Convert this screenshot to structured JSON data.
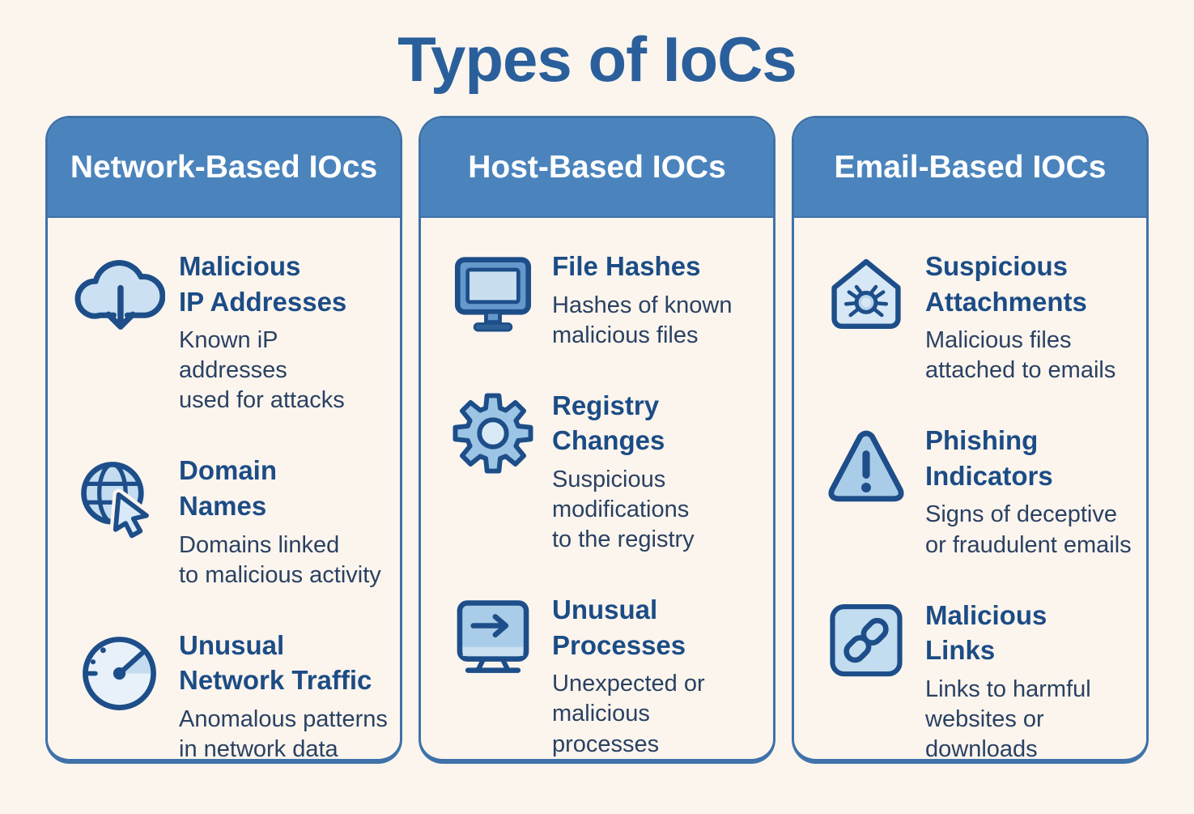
{
  "title": "Types of IoCs",
  "colors": {
    "background": "#FBF5EE",
    "header_blue": "#4B84BD",
    "card_border": "#3F72A9",
    "title_blue": "#2A5F9B",
    "item_heading_navy": "#1C4C85",
    "item_body_navy": "#2A4162",
    "icon_stroke_dark": "#1D4E89",
    "icon_fill_light": "#CBE0F2"
  },
  "columns": [
    {
      "header": "Network-Based IOcs",
      "items": [
        {
          "icon": "cloud-download-icon",
          "title": "Malicious\nIP Addresses",
          "description": "Known iP addresses\nused for attacks"
        },
        {
          "icon": "globe-cursor-icon",
          "title": "Domain\nNames",
          "description": "Domains linked\nto malicious activity"
        },
        {
          "icon": "speedometer-icon",
          "title": "Unusual\nNetwork Traffic",
          "description": "Anomalous patterns\nin network data"
        }
      ]
    },
    {
      "header": "Host-Based IOCs",
      "items": [
        {
          "icon": "monitor-icon",
          "title": "File Hashes",
          "description": "Hashes of known\nmalicious files"
        },
        {
          "icon": "gear-icon",
          "title": "Registry\nChanges",
          "description": "Suspicious\nmodifications\nto the registry"
        },
        {
          "icon": "monitor-arrow-icon",
          "title": "Unusual\nProcesses",
          "description": "Unexpected or\nmalicious processes"
        }
      ]
    },
    {
      "header": "Email-Based IOCs",
      "items": [
        {
          "icon": "envelope-bug-icon",
          "title": "Suspicious\nAttachments",
          "description": "Malicious files\nattached to emails"
        },
        {
          "icon": "warning-triangle-icon",
          "title": "Phishing\nIndicators",
          "description": "Signs of deceptive\nor fraudulent emails"
        },
        {
          "icon": "link-icon",
          "title": "Malicious\nLinks",
          "description": "Links to harmful\nwebsites or downloads"
        }
      ]
    }
  ]
}
